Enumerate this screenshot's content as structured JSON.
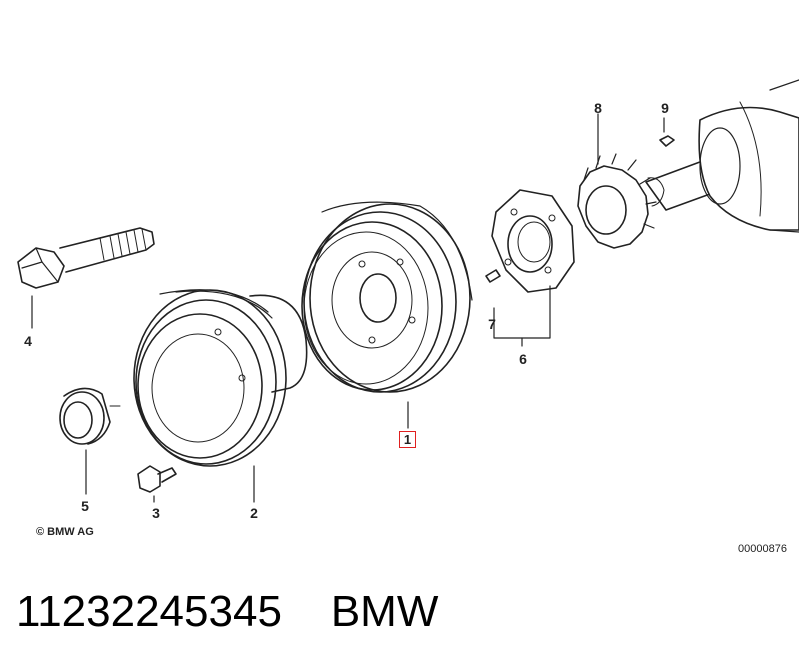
{
  "diagram": {
    "callouts": {
      "p1": "1",
      "p2": "2",
      "p3": "3",
      "p4": "4",
      "p5": "5",
      "p6": "6",
      "p7": "7",
      "p8": "8",
      "p9": "9"
    },
    "highlight_color": "#e02020",
    "copyright": "© BMW AG",
    "drawing_number": "00000876"
  },
  "caption": {
    "part_number": "11232245345",
    "brand": "BMW"
  }
}
